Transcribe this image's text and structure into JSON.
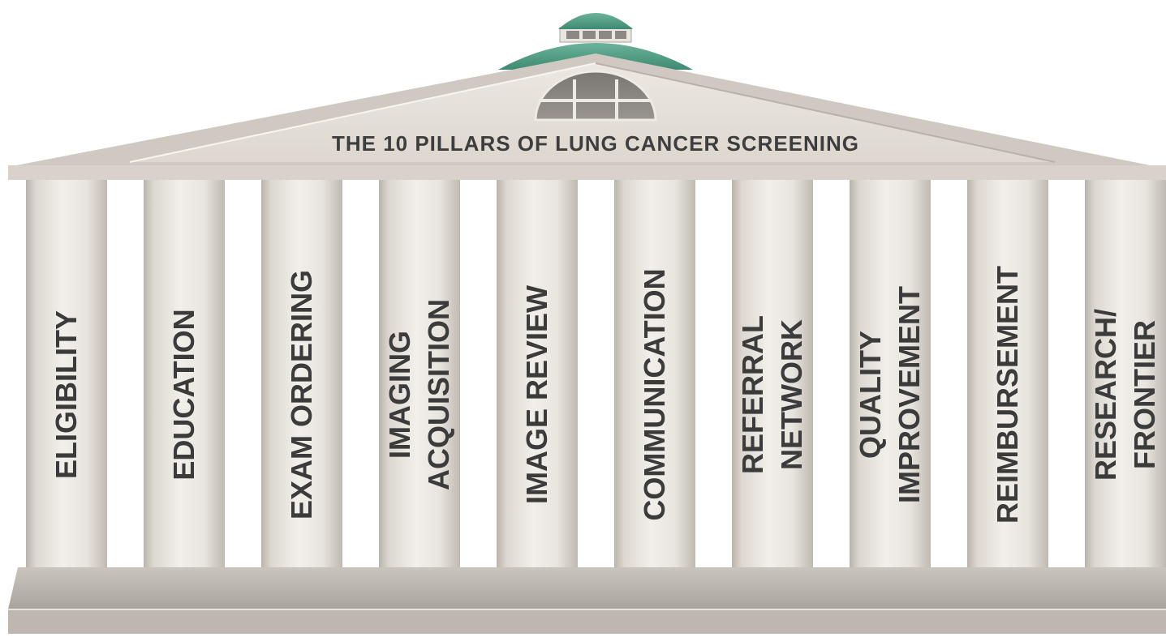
{
  "title": "THE 10 PILLARS OF LUNG CANCER SCREENING",
  "colors": {
    "dome": "#4f9a82",
    "roof": "#e3ddd6",
    "pillar": "#ece8e2",
    "pillar_shadow": "#c5bfb7",
    "base": "#bdb7b0",
    "text": "#3b3b3b"
  },
  "pillars": [
    {
      "lines": [
        "ELIGIBILITY"
      ]
    },
    {
      "lines": [
        "EDUCATION"
      ]
    },
    {
      "lines": [
        "EXAM ORDERING"
      ]
    },
    {
      "lines": [
        "IMAGING",
        "ACQUISITION"
      ]
    },
    {
      "lines": [
        "IMAGE REVIEW"
      ]
    },
    {
      "lines": [
        "COMMUNICATION"
      ]
    },
    {
      "lines": [
        "REFERRAL",
        "NETWORK"
      ]
    },
    {
      "lines": [
        "QUALITY",
        "IMPROVEMENT"
      ]
    },
    {
      "lines": [
        "REIMBURSEMENT"
      ]
    },
    {
      "lines": [
        "RESEARCH/",
        "FRONTIER"
      ]
    }
  ]
}
